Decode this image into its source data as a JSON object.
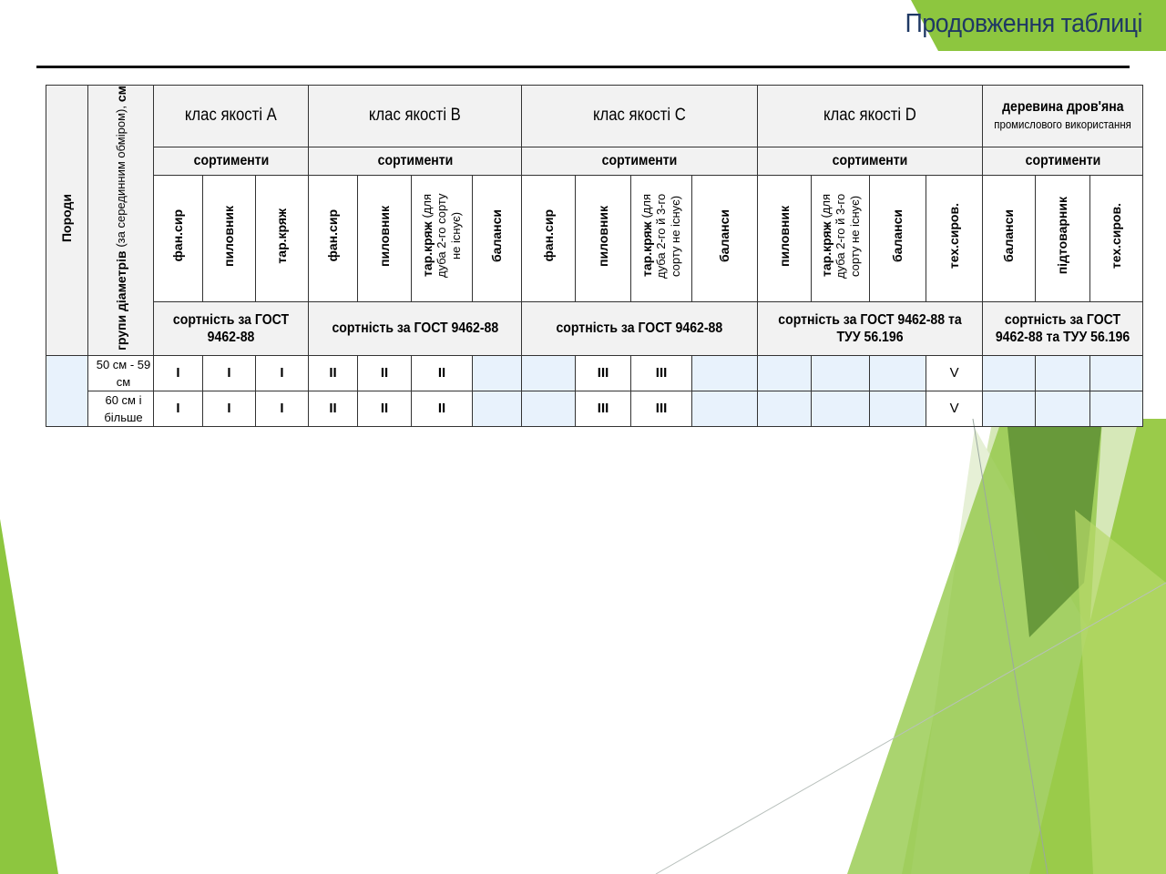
{
  "title": "Продовження таблиці",
  "colors": {
    "title_text": "#1f3864",
    "header_bg": "#f2f2f2",
    "data_bg": "#e8f2fc",
    "accent_green": "#8dc63f",
    "dark_green": "#6a9a3c"
  },
  "table": {
    "col_poroda": "Породи",
    "col_diameter": {
      "bold": "групи діаметрів",
      "normal": "(за серединним обміром),",
      "unit": "см"
    },
    "classes": [
      {
        "label": "клас якості A",
        "subheader": "сортименти",
        "grade_label": "сортність за ГОСТ 9462-88"
      },
      {
        "label": "клас якості B",
        "subheader": "сортименти",
        "grade_label": "сортність за ГОСТ 9462-88"
      },
      {
        "label": "клас якості C",
        "subheader": "сортименти",
        "grade_label": "сортність за ГОСТ 9462-88"
      },
      {
        "label": "клас якості D",
        "subheader": "сортименти",
        "grade_label": "сортність за ГОСТ 9462-88 та ТУУ 56.196"
      },
      {
        "label_bold": "деревина дров'яна",
        "label_small": "промислового використання",
        "subheader": "сортименти",
        "grade_label": "сортність за ГОСТ 9462-88 та ТУУ 56.196"
      }
    ],
    "assortments": {
      "a": [
        "фан.сир",
        "пиловник",
        "тар.кряж"
      ],
      "b": [
        "фан.сир",
        "пиловник",
        "тар.кряж",
        "баланси"
      ],
      "b_note": "(для дуба 2-го сорту не існує)",
      "c": [
        "фан.сир",
        "пиловник",
        "тар.кряж",
        "баланси"
      ],
      "c_note": "(для дуба 2-го й 3-го сорту не існує)",
      "d": [
        "пиловник",
        "тар.кряж",
        "баланси",
        "тех.сиров."
      ],
      "d_note": "(для дуба 2-го й 3-го сорту не існує)",
      "e": [
        "баланси",
        "підтоварник",
        "тех.сиров."
      ]
    },
    "rows": [
      {
        "poroda": "",
        "diameter": "50 см - 59 см",
        "values": [
          "I",
          "I",
          "I",
          "II",
          "II",
          "II",
          "",
          "",
          "III",
          "III",
          "",
          "",
          "",
          "",
          "V",
          "",
          "",
          ""
        ]
      },
      {
        "poroda": "",
        "diameter": "60 см і більше",
        "values": [
          "I",
          "I",
          "I",
          "II",
          "II",
          "II",
          "",
          "",
          "III",
          "III",
          "",
          "",
          "",
          "",
          "V",
          "",
          "",
          ""
        ]
      }
    ]
  }
}
